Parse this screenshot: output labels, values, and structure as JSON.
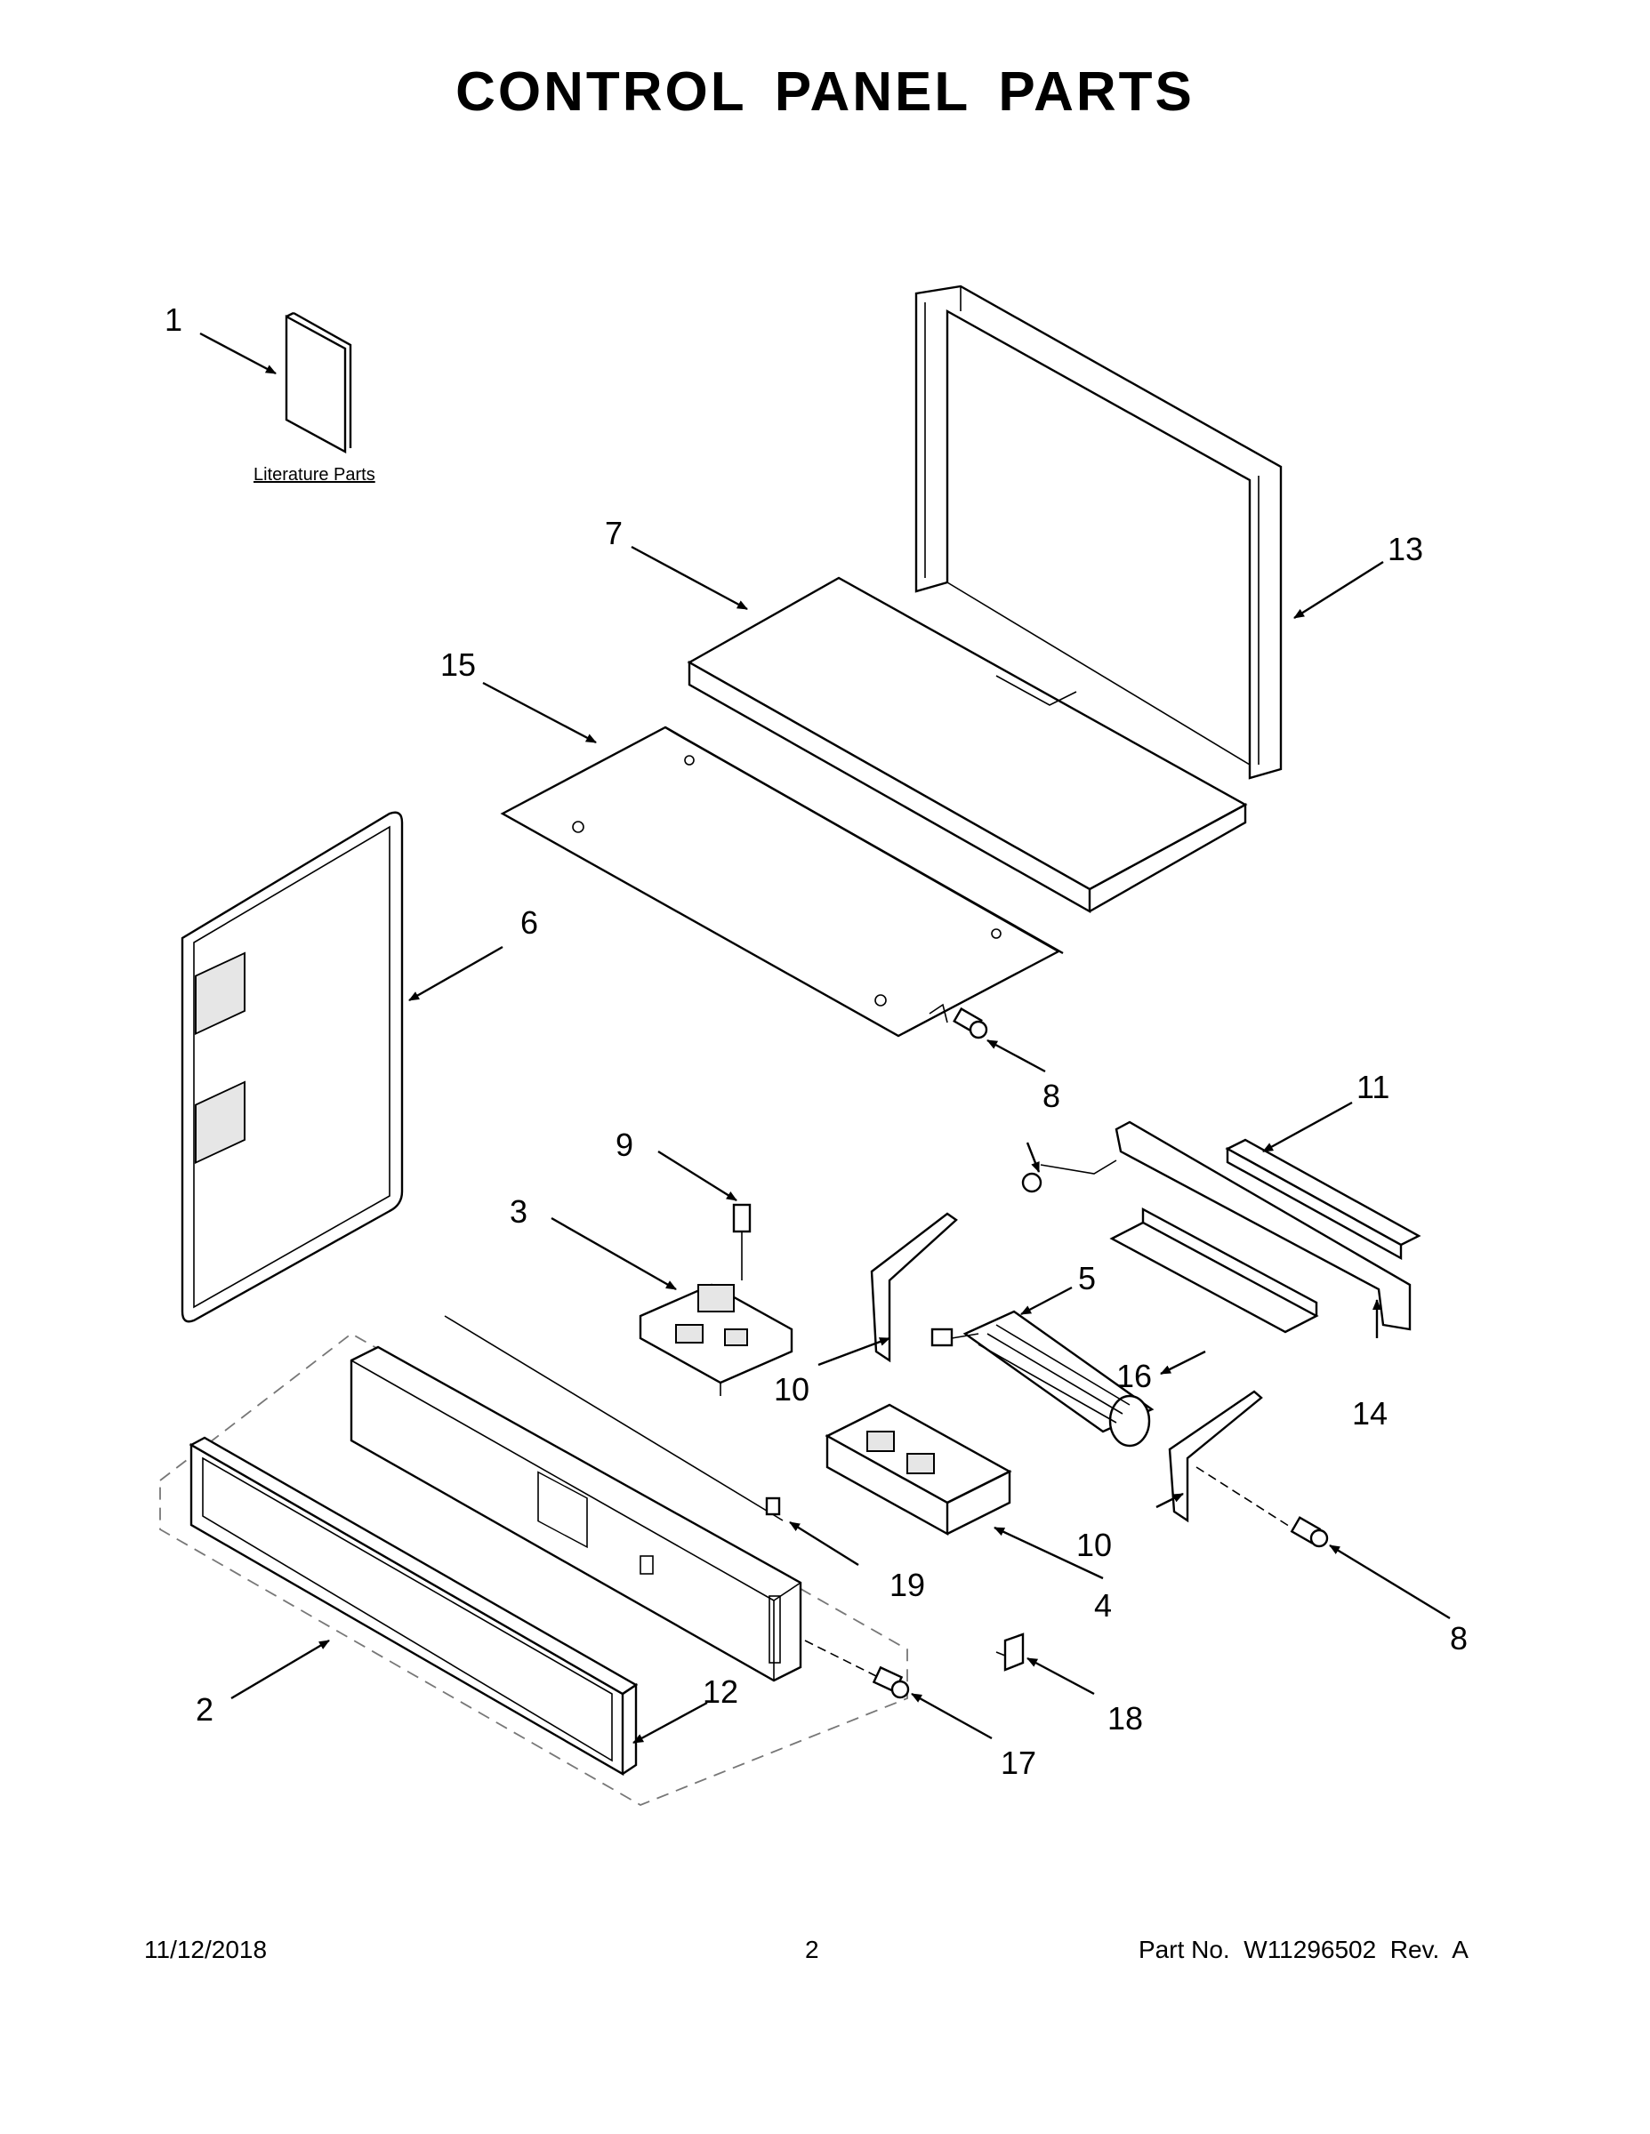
{
  "title": "CONTROL PANEL PARTS",
  "literature_label": "Literature Parts",
  "callouts": {
    "c1": "1",
    "c2": "2",
    "c3": "3",
    "c4": "4",
    "c5": "5",
    "c6": "6",
    "c7": "7",
    "c8a": "8",
    "c8b": "8",
    "c9": "9",
    "c10a": "10",
    "c10b": "10",
    "c11": "11",
    "c12": "12",
    "c13": "13",
    "c14": "14",
    "c15": "15",
    "c16": "16",
    "c17": "17",
    "c18": "18",
    "c19": "19"
  },
  "footer": {
    "date": "11/12/2018",
    "page": "2",
    "part": "Part No.  W11296502  Rev.  A"
  }
}
